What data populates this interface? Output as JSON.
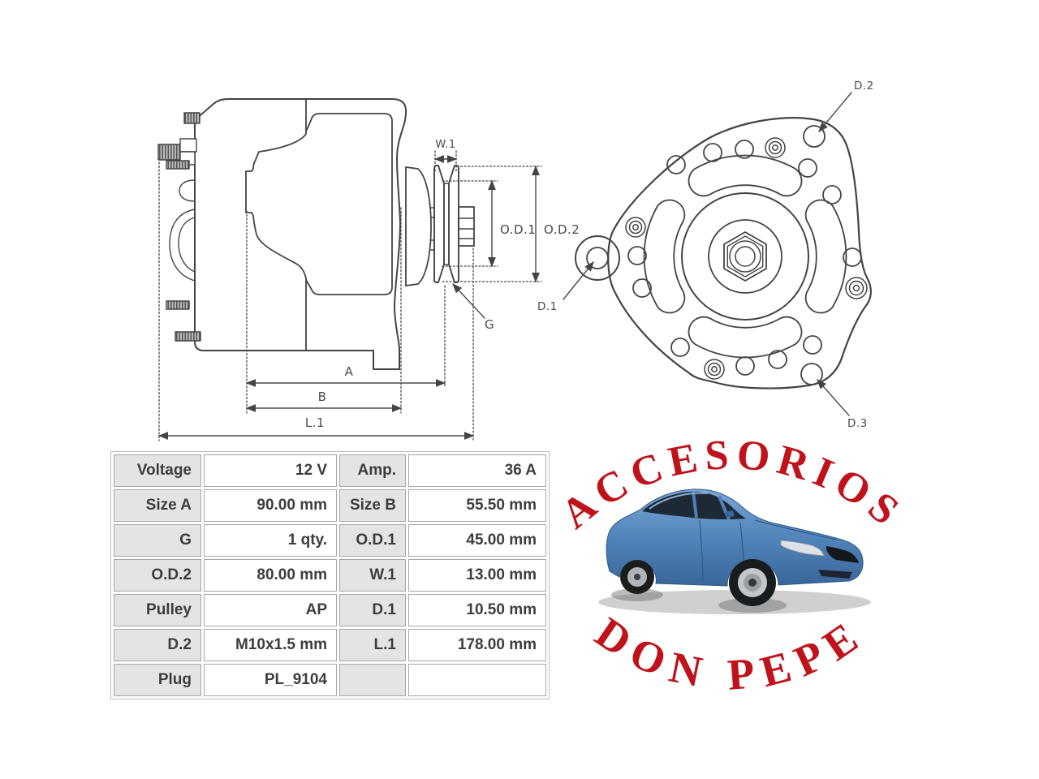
{
  "drawing": {
    "line_color": "#444444",
    "label_color": "#4a4a4a",
    "side_view_labels": {
      "w1": "W.1",
      "od1": "O.D.1",
      "od2": "O.D.2",
      "g": "G",
      "a": "A",
      "b": "B",
      "l1": "L.1"
    },
    "front_view_labels": {
      "d1": "D.1",
      "d2": "D.2",
      "d3": "D.3"
    }
  },
  "spec_table": {
    "rows": [
      {
        "c0": "Voltage",
        "c1": "12 V",
        "c2": "Amp.",
        "c3": "36 A"
      },
      {
        "c0": "Size A",
        "c1": "90.00 mm",
        "c2": "Size B",
        "c3": "55.50 mm"
      },
      {
        "c0": "G",
        "c1": "1 qty.",
        "c2": "O.D.1",
        "c3": "45.00 mm"
      },
      {
        "c0": "O.D.2",
        "c1": "80.00 mm",
        "c2": "W.1",
        "c3": "13.00 mm"
      },
      {
        "c0": "Pulley",
        "c1": "AP",
        "c2": "D.1",
        "c3": "10.50 mm"
      },
      {
        "c0": "D.2",
        "c1": "M10x1.5 mm",
        "c2": "L.1",
        "c3": "178.00 mm"
      },
      {
        "c0": "Plug",
        "c1": "PL_9104",
        "c2": "",
        "c3": ""
      }
    ]
  },
  "logo": {
    "top_text": "ACCESORIOS",
    "bottom_text": "DON PEPE",
    "text_color": "#c0121a",
    "car_icon": "blue-sedan-car",
    "car_body_color": "#4e81b8"
  }
}
